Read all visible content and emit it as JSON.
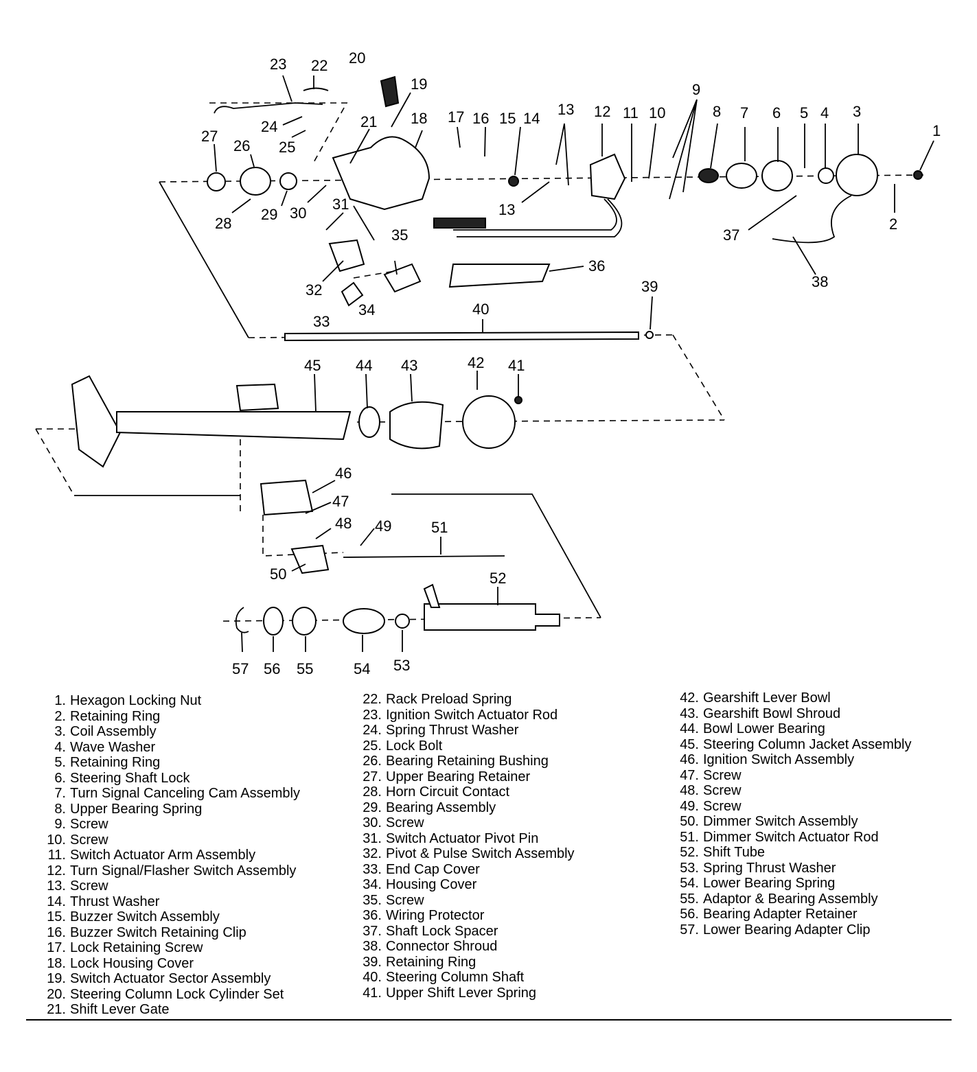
{
  "callouts": [
    "1",
    "2",
    "3",
    "4",
    "5",
    "6",
    "7",
    "8",
    "9",
    "10",
    "11",
    "12",
    "13",
    "13",
    "14",
    "15",
    "16",
    "17",
    "18",
    "19",
    "20",
    "21",
    "22",
    "23",
    "24",
    "25",
    "26",
    "27",
    "28",
    "29",
    "30",
    "31",
    "32",
    "33",
    "34",
    "35",
    "36",
    "37",
    "38",
    "39",
    "40",
    "41",
    "42",
    "43",
    "44",
    "45",
    "46",
    "47",
    "48",
    "49",
    "50",
    "51",
    "52",
    "53",
    "54",
    "55",
    "56",
    "57"
  ],
  "legend": [
    {
      "num": "1.",
      "label": "Hexagon Locking Nut"
    },
    {
      "num": "2.",
      "label": "Retaining Ring"
    },
    {
      "num": "3.",
      "label": "Coil Assembly"
    },
    {
      "num": "4.",
      "label": "Wave Washer"
    },
    {
      "num": "5.",
      "label": "Retaining Ring"
    },
    {
      "num": "6.",
      "label": "Steering Shaft Lock"
    },
    {
      "num": "7.",
      "label": "Turn Signal Canceling Cam Assembly"
    },
    {
      "num": "8.",
      "label": "Upper Bearing Spring"
    },
    {
      "num": "9.",
      "label": "Screw"
    },
    {
      "num": "10.",
      "label": "Screw"
    },
    {
      "num": "11.",
      "label": "Switch Actuator Arm Assembly"
    },
    {
      "num": "12.",
      "label": "Turn Signal/Flasher Switch Assembly"
    },
    {
      "num": "13.",
      "label": "Screw"
    },
    {
      "num": "14.",
      "label": "Thrust Washer"
    },
    {
      "num": "15.",
      "label": "Buzzer Switch Assembly"
    },
    {
      "num": "16.",
      "label": "Buzzer Switch Retaining Clip"
    },
    {
      "num": "17.",
      "label": "Lock Retaining Screw"
    },
    {
      "num": "18.",
      "label": "Lock Housing Cover"
    },
    {
      "num": "19.",
      "label": "Switch Actuator Sector Assembly"
    },
    {
      "num": "20.",
      "label": "Steering Column Lock Cylinder Set"
    },
    {
      "num": "21.",
      "label": "Shift Lever Gate"
    },
    {
      "num": "22.",
      "label": "Rack Preload Spring"
    },
    {
      "num": "23.",
      "label": "Ignition Switch Actuator Rod"
    },
    {
      "num": "24.",
      "label": "Spring Thrust Washer"
    },
    {
      "num": "25.",
      "label": "Lock Bolt"
    },
    {
      "num": "26.",
      "label": "Bearing Retaining Bushing"
    },
    {
      "num": "27.",
      "label": "Upper Bearing Retainer"
    },
    {
      "num": "28.",
      "label": "Horn Circuit Contact"
    },
    {
      "num": "29.",
      "label": "Bearing Assembly"
    },
    {
      "num": "30.",
      "label": "Screw"
    },
    {
      "num": "31.",
      "label": "Switch Actuator Pivot Pin"
    },
    {
      "num": "32.",
      "label": "Pivot & Pulse Switch Assembly"
    },
    {
      "num": "33.",
      "label": "End Cap Cover"
    },
    {
      "num": "34.",
      "label": "Housing Cover"
    },
    {
      "num": "35.",
      "label": "Screw"
    },
    {
      "num": "36.",
      "label": "Wiring Protector"
    },
    {
      "num": "37.",
      "label": "Shaft Lock Spacer"
    },
    {
      "num": "38.",
      "label": "Connector Shroud"
    },
    {
      "num": "39.",
      "label": "Retaining Ring"
    },
    {
      "num": "40.",
      "label": "Steering Column Shaft"
    },
    {
      "num": "41.",
      "label": "Upper Shift Lever Spring"
    },
    {
      "num": "42.",
      "label": "Gearshift Lever Bowl"
    },
    {
      "num": "43.",
      "label": "Gearshift Bowl Shroud"
    },
    {
      "num": "44.",
      "label": "Bowl Lower Bearing"
    },
    {
      "num": "45.",
      "label": "Steering Column Jacket Assembly"
    },
    {
      "num": "46.",
      "label": "Ignition Switch Assembly"
    },
    {
      "num": "47.",
      "label": "Screw"
    },
    {
      "num": "48.",
      "label": "Screw"
    },
    {
      "num": "49.",
      "label": "Screw"
    },
    {
      "num": "50.",
      "label": "Dimmer Switch Assembly"
    },
    {
      "num": "51.",
      "label": "Dimmer Switch Actuator Rod"
    },
    {
      "num": "52.",
      "label": "Shift Tube"
    },
    {
      "num": "53.",
      "label": "Spring Thrust Washer"
    },
    {
      "num": "54.",
      "label": "Lower Bearing Spring"
    },
    {
      "num": "55.",
      "label": "Adaptor & Bearing Assembly"
    },
    {
      "num": "56.",
      "label": "Bearing Adapter Retainer"
    },
    {
      "num": "57.",
      "label": "Lower Bearing Adapter Clip"
    }
  ]
}
